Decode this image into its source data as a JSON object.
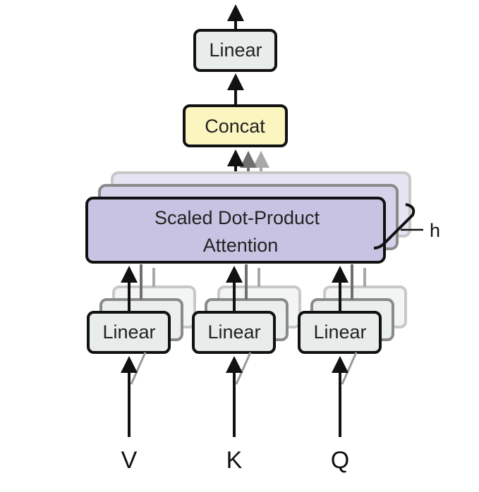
{
  "diagram": {
    "top_linear_label": "Linear",
    "concat_label": "Concat",
    "attention_line1": "Scaled Dot-Product",
    "attention_line2": "Attention",
    "heads_label": "h",
    "input_linear_labels": [
      "Linear",
      "Linear",
      "Linear"
    ],
    "input_labels": [
      "V",
      "K",
      "Q"
    ]
  },
  "colors": {
    "linear_fill": "#e8ecea",
    "concat_fill": "#fbf5c0",
    "attention_fill": "#c8c3e2",
    "stroke": "#111111"
  }
}
